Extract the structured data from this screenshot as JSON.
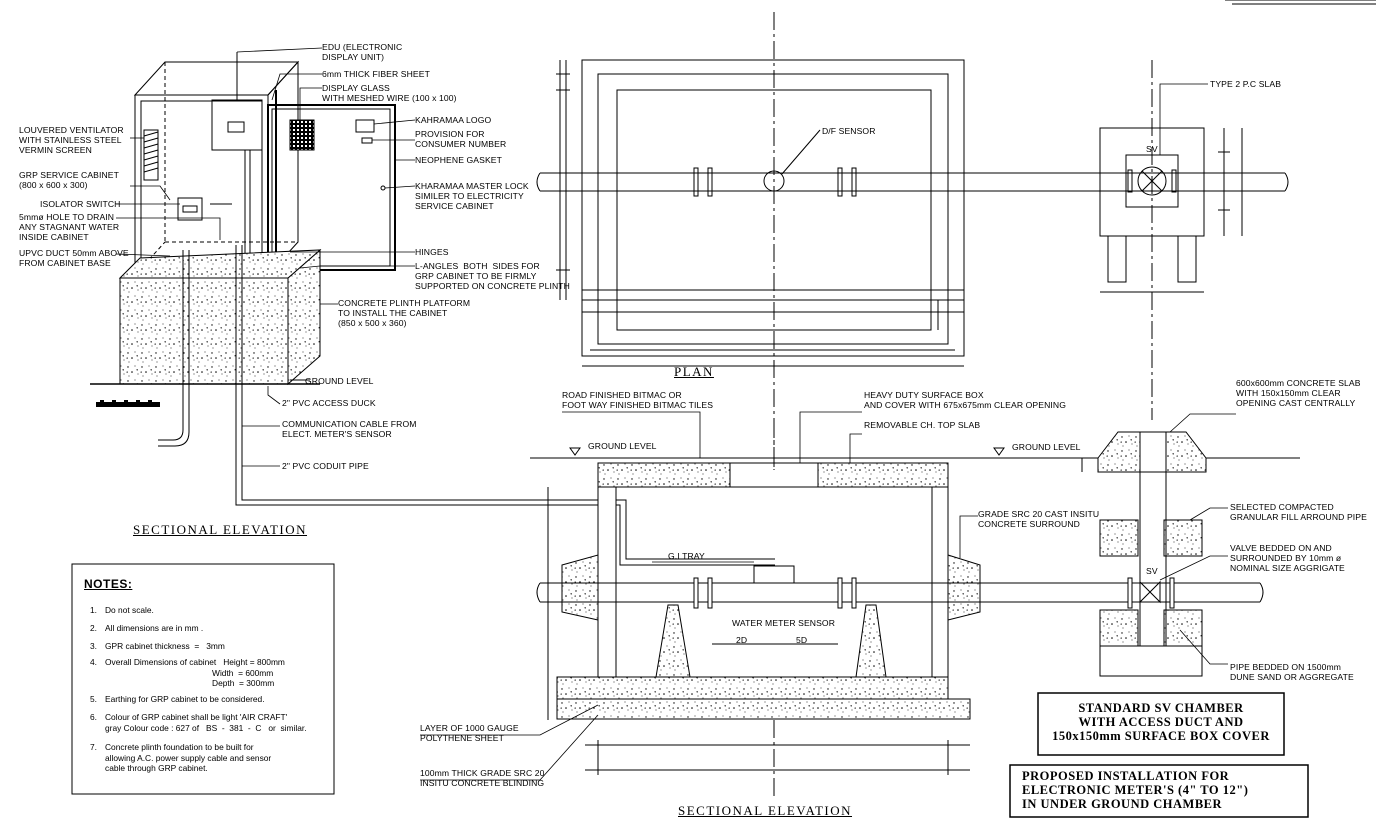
{
  "drawing": {
    "view_titles": {
      "sectional_elevation_left": "SECTIONAL ELEVATION",
      "plan": "PLAN",
      "sectional_elevation_main": "SECTIONAL ELEVATION"
    },
    "cabinet_labels": {
      "edu": "EDU (ELECTRONIC\nDISPLAY UNIT)",
      "fiber_sheet": "6mm THICK FIBER SHEET",
      "display_glass": "DISPLAY GLASS\nWITH MESHED WIRE (100 x 100)",
      "kahramaa_logo": "KAHRAMAA LOGO",
      "consumer_number": "PROVISION FOR\nCONSUMER NUMBER",
      "neophene": "NEOPHENE GASKET",
      "master_lock": "KHARAMAA MASTER LOCK\nSIMILER TO ELECTRICITY\nSERVICE CABINET",
      "hinges": "HINGES",
      "l_angles": "L-ANGLES  BOTH  SIDES FOR\nGRP CABINET TO BE FIRMLY\nSUPPORTED ON CONCRETE PLINTH",
      "plinth": "CONCRETE PLINTH PLATFORM\nTO INSTALL THE CABINET\n(850 x 500 x 360)",
      "ground_level": "GROUND LEVEL",
      "access_duck": "2\" PVC ACCESS DUCK",
      "comm_cable": "COMMUNICATION CABLE FROM\nELECT. METER'S SENSOR",
      "codut_pipe": "2\" PVC CODUIT PIPE",
      "louvered": "LOUVERED VENTILATOR\nWITH STAINLESS STEEL\nVERMIN SCREEN",
      "grp_cabinet": "GRP SERVICE CABINET\n(800 x 600 x 300)",
      "isolator": "ISOLATOR SWITCH",
      "drain_hole": "5mmø HOLE TO DRAIN\nANY STAGNANT WATER\nINSIDE CABINET",
      "upvc_duct": "UPVC DUCT 50mm ABOVE\nFROM CABINET BASE"
    },
    "plan_labels": {
      "df_sensor": "D/F SENSOR",
      "type2_slab": "TYPE 2 P.C SLAB",
      "sv": "SV"
    },
    "section_labels": {
      "road_finished": "ROAD FINISHED BITMAC OR\nFOOT WAY FINISHED BITMAC TILES",
      "ground_level_1": "GROUND LEVEL",
      "ground_level_2": "GROUND LEVEL",
      "heavy_duty": "HEAVY DUTY SURFACE BOX\nAND COVER WITH 675x675mm CLEAR OPENING",
      "removable": "REMOVABLE CH. TOP SLAB",
      "concrete_slab": "600x600mm CONCRETE SLAB\nWITH 150x150mm CLEAR\nOPENING CAST CENTRALLY",
      "grade_src": "GRADE SRC 20 CAST INSITU\nCONCRETE SURROUND",
      "selected_fill": "SELECTED COMPACTED\nGRANULAR FILL ARROUND PIPE",
      "valve_bedded": "VALVE BEDDED ON AND\nSURROUNDED BY 10mm ø\nNOMINAL SIZE AGGRIGATE",
      "gi_tray": "G.I TRAY",
      "water_meter": "WATER METER SENSOR",
      "d2": "2D",
      "d5": "5D",
      "sv": "SV",
      "pipe_bedded": "PIPE BEDDED ON 1500mm\nDUNE SAND OR AGGREGATE",
      "polythene": "LAYER OF 1000 GAUGE\nPOLYTHENE SHEET",
      "blinding": "100mm THICK GRADE SRC 20\nINSITU CONCRETE BLINDING"
    },
    "notes": {
      "heading": "NOTES:",
      "items": [
        {
          "n": "1.",
          "text": "Do not scale."
        },
        {
          "n": "2.",
          "text": "All dimensions are in mm ."
        },
        {
          "n": "3.",
          "text": "GPR cabinet thickness  =   3mm"
        },
        {
          "n": "4.",
          "text": "Overall Dimensions of cabinet   Height = 800mm\n                                              Width  = 600mm\n                                              Depth  = 300mm"
        },
        {
          "n": "5.",
          "text": "Earthing for GRP cabinet to be considered."
        },
        {
          "n": "6.",
          "text": "Colour of GRP cabinet shall be light 'AIR CRAFT'\ngray Colour code : 627 of   BS  -  381  -  C   or  similar."
        },
        {
          "n": "7.",
          "text": "Concrete plinth foundation to be built for\nallowing A.C. power supply cable and sensor\ncable through GRP cabinet."
        }
      ]
    },
    "title_blocks": {
      "sv_chamber": "STANDARD SV CHAMBER\nWITH ACCESS DUCT AND\n150x150mm SURFACE BOX COVER",
      "proposed": "PROPOSED INSTALLATION FOR\nELECTRONIC METER'S (4\" TO 12\")\nIN UNDER GROUND CHAMBER"
    }
  }
}
